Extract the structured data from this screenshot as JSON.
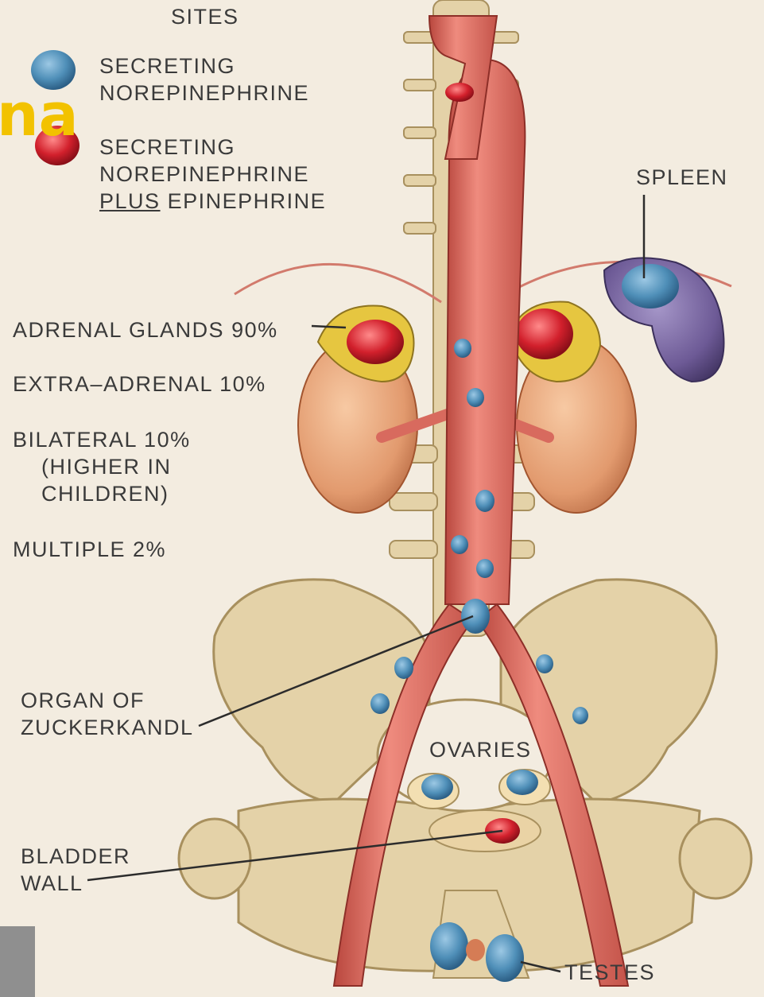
{
  "title_fragment": "na",
  "colors": {
    "background": "#f3ece0",
    "title": "#f2c200",
    "norepinephrine_dot": "#4f8fb8",
    "norepi_plus_epi_dot": "#d2202c",
    "artery": "#d86a5e",
    "bone": "#e4d2a8",
    "kidney": "#e29a6e",
    "spleen": "#6d5a96",
    "adrenal": "#e6c640",
    "label_text": "#3a3a3a"
  },
  "legend": {
    "heading": "SITES",
    "item1_line1": "SECRETING",
    "item1_line2": "NOREPINEPHRINE",
    "item2_line1": "SECRETING",
    "item2_line2": "NOREPINEPHRINE",
    "item2_line3_underlined": "PLUS",
    "item2_line3_rest": "EPINEPHRINE"
  },
  "labels": {
    "spleen": "SPLEEN",
    "adrenal_glands": "ADRENAL GLANDS 90%",
    "extra_adrenal": "EXTRA–ADRENAL 10%",
    "bilateral_line1": "BILATERAL 10%",
    "bilateral_line2": "(HIGHER IN",
    "bilateral_line3": "CHILDREN)",
    "multiple": "MULTIPLE 2%",
    "organ_line1": "ORGAN OF",
    "organ_line2": "ZUCKERKANDL",
    "ovaries": "OVARIES",
    "bladder_line1": "BLADDER",
    "bladder_line2": "WALL",
    "testes": "TESTES"
  }
}
